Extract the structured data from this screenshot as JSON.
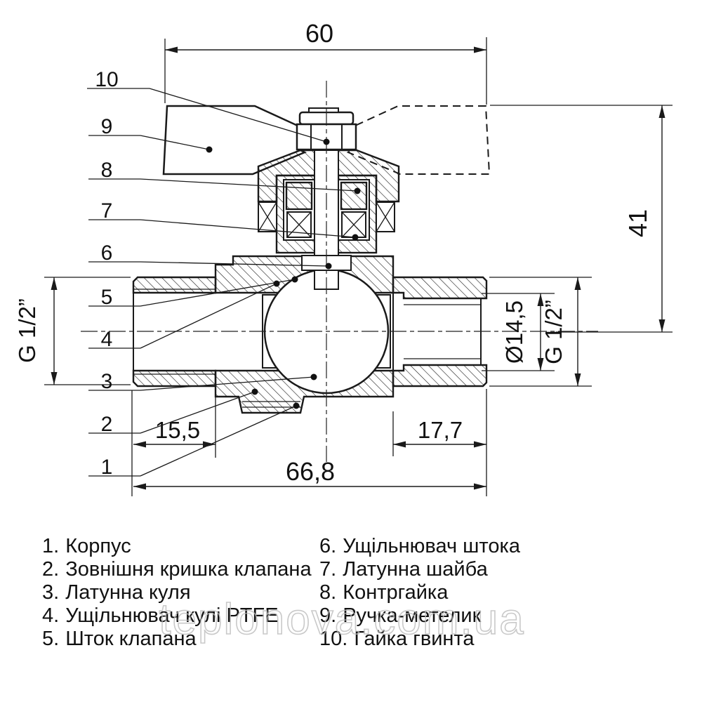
{
  "drawing": {
    "dimensions": {
      "top_width": "60",
      "height_to_handle": "41",
      "left_thread": "G 1/2”",
      "bore_diameter": "Ø14,5",
      "right_thread": "G 1/2”",
      "left_thread_length": "15,5",
      "right_port_length": "17,7",
      "total_length": "66,8"
    },
    "callouts": [
      {
        "number": "1"
      },
      {
        "number": "2"
      },
      {
        "number": "3"
      },
      {
        "number": "4"
      },
      {
        "number": "5"
      },
      {
        "number": "6"
      },
      {
        "number": "7"
      },
      {
        "number": "8"
      },
      {
        "number": "9"
      },
      {
        "number": "10"
      }
    ]
  },
  "parts_list": {
    "left_column": [
      {
        "number": "1.",
        "name": "Корпус"
      },
      {
        "number": "2.",
        "name": "Зовнішня кришка клапана"
      },
      {
        "number": "3.",
        "name": "Латунна куля"
      },
      {
        "number": "4.",
        "name": "Ущільнювач кулі PTFE"
      },
      {
        "number": "5.",
        "name": "Шток клапана"
      }
    ],
    "right_column": [
      {
        "number": "6.",
        "name": "Ущільнювач штока"
      },
      {
        "number": "7.",
        "name": "Латунна шайба"
      },
      {
        "number": "8.",
        "name": "Контргайка"
      },
      {
        "number": "9.",
        "name": "Ручка-метелик"
      },
      {
        "number": "10.",
        "name": "Гайка гвинта"
      }
    ]
  },
  "watermark": {
    "text": "teplonova.com.ua"
  },
  "colors": {
    "line": "#1a1a1a",
    "watermark": "#bcbcbc",
    "background": "#ffffff"
  }
}
